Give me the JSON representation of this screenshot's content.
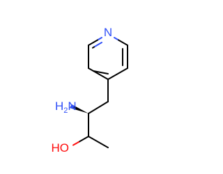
{
  "molecule": {
    "atoms": {
      "nitrogen_ring": {
        "symbol": "N",
        "color": "#3050f8"
      },
      "amine": {
        "symbol": "H",
        "subscript": "2",
        "suffix": "N",
        "color": "#3050f8"
      },
      "hydroxyl": {
        "symbol": "HO",
        "color": "#ff0d0d"
      }
    },
    "colors": {
      "bond": "#000000",
      "nitrogen": "#3050f8",
      "oxygen": "#ff0d0d"
    }
  }
}
